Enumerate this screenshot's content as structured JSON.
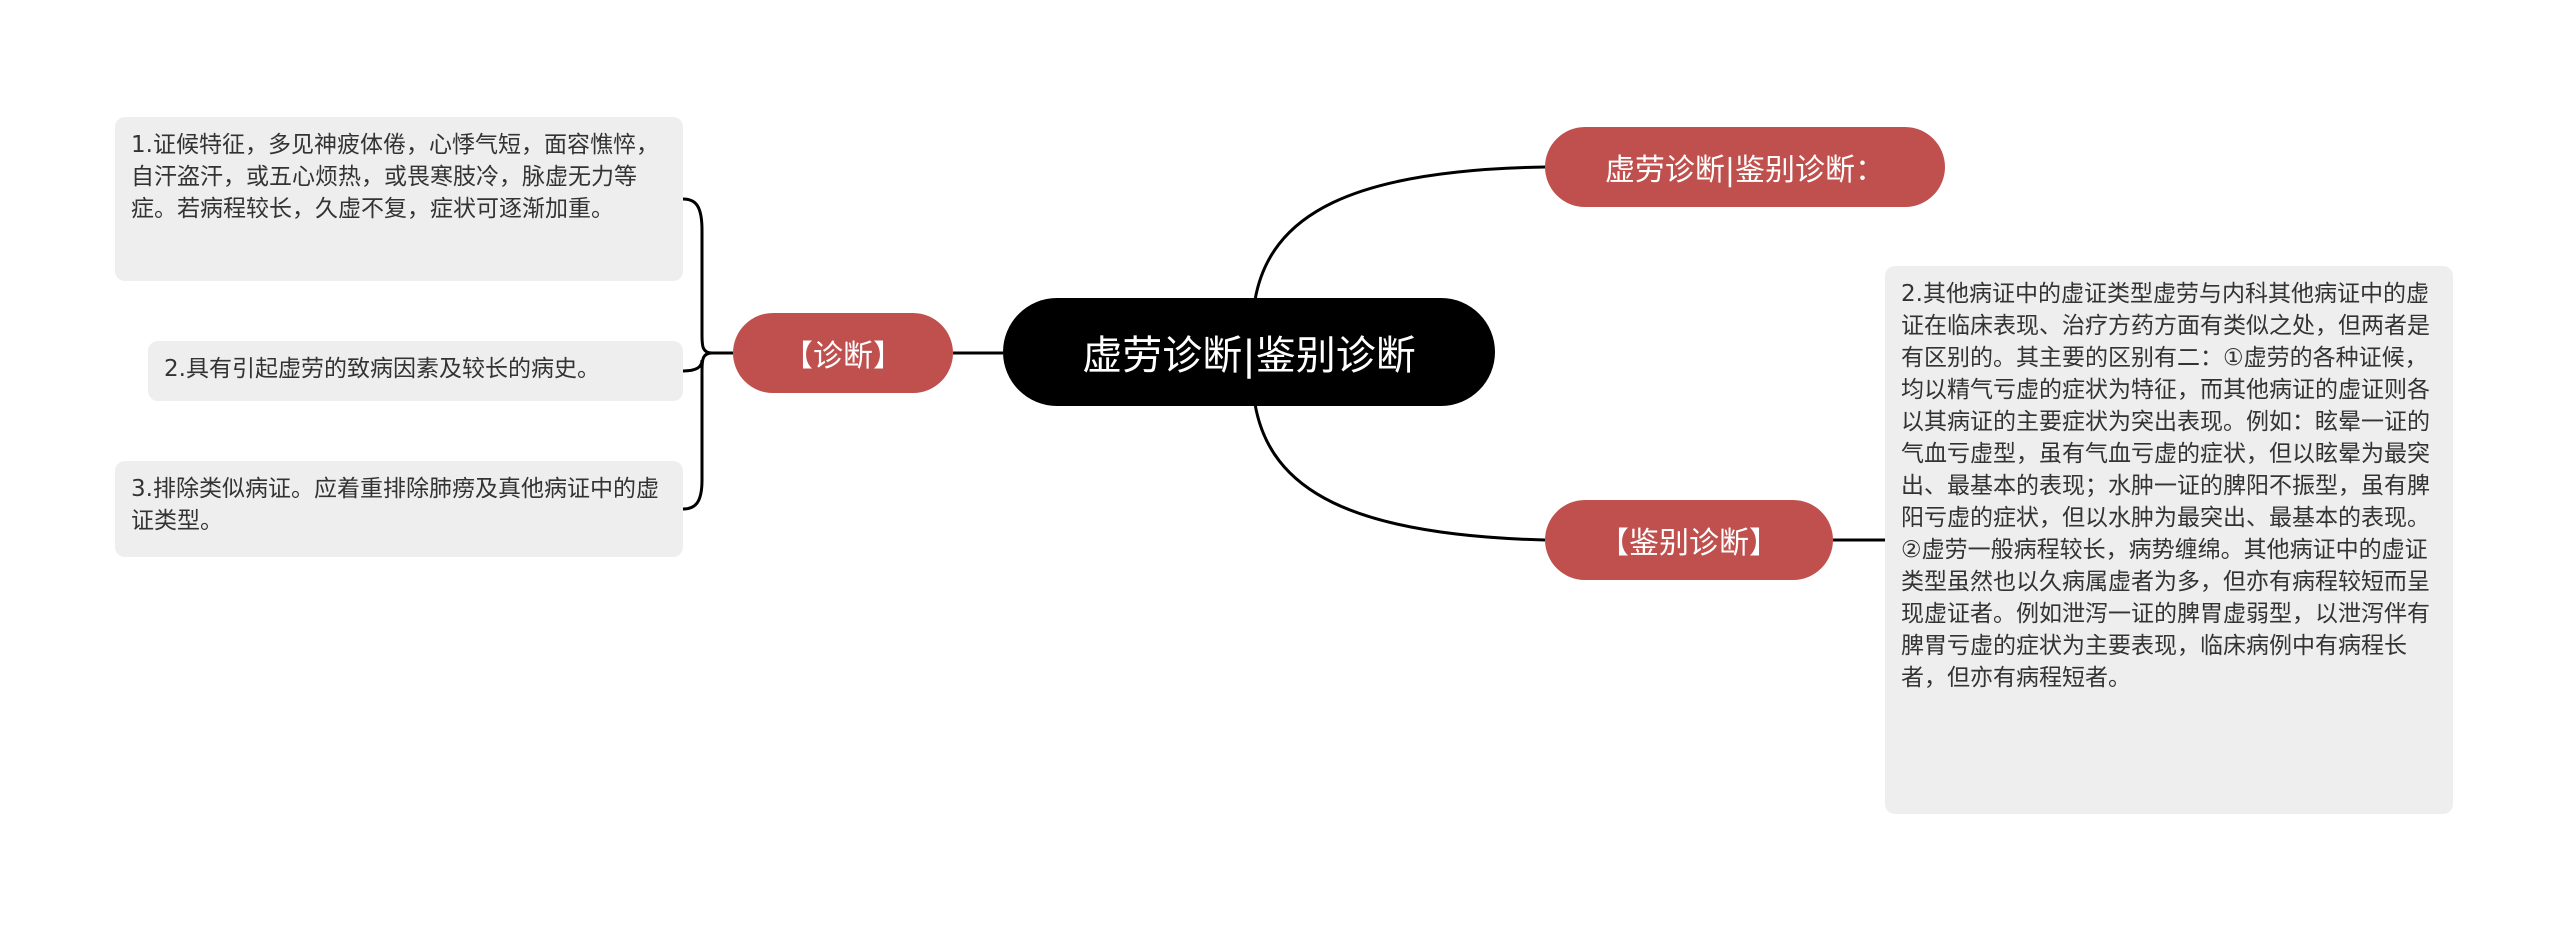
{
  "root": {
    "label": "虚劳诊断|鉴别诊断"
  },
  "branches": {
    "title": {
      "label": "虚劳诊断|鉴别诊断："
    },
    "diagnosis": {
      "label": "【诊断】"
    },
    "differential": {
      "label": "【鉴别诊断】"
    }
  },
  "leaves": {
    "diagnosis_1": "1.证候特征，多见神疲体倦，心悸气短，面容憔悴，自汗盗汗，或五心烦热，或畏寒肢冷，脉虚无力等症。若病程较长，久虚不复，症状可逐渐加重。",
    "diagnosis_2": "2.具有引起虚劳的致病因素及较长的病史。",
    "diagnosis_3": "3.排除类似病证。应着重排除肺痨及真他病证中的虚证类型。",
    "differential_2": "2.其他病证中的虚证类型虚劳与内科其他病证中的虚证在临床表现、治疗方药方面有类似之处，但两者是有区别的。其主要的区别有二：①虚劳的各种证候，均以精气亏虚的症状为特征，而其他病证的虚证则各以其病证的主要症状为突出表现。例如：眩晕一证的气血亏虚型，虽有气血亏虚的症状，但以眩晕为最突出、最基本的表现；水肿一证的脾阳不振型，虽有脾阳亏虚的症状，但以水肿为最突出、最基本的表现。②虚劳一般病程较长，病势缠绵。其他病证中的虚证类型虽然也以久病属虚者为多，但亦有病程较短而呈现虚证者。例如泄泻一证的脾胃虚弱型，以泄泻伴有脾胃亏虚的症状为主要表现，临床病例中有病程长者，但亦有病程短者。"
  },
  "colors": {
    "root_bg": "#000000",
    "branch_bg": "#c0504d",
    "leaf_bg": "#eeeeee",
    "line": "#000000"
  }
}
